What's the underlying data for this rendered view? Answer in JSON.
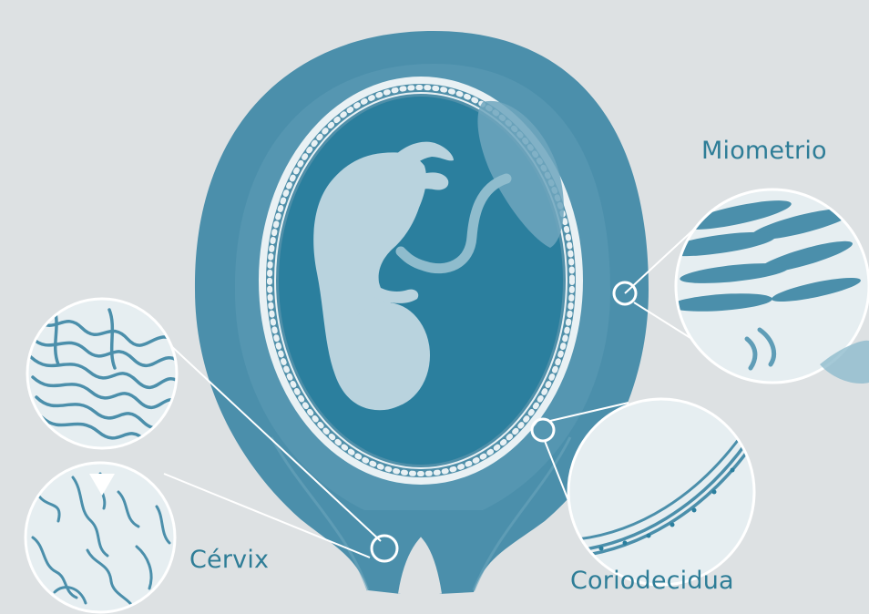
{
  "labels": {
    "miometrio": "Miometrio",
    "cervix": "Cérvix",
    "coriodecidua": "Coriodecidua"
  },
  "colors": {
    "background": "#dde1e3",
    "uterus_wall": "#4b8fab",
    "uterus_wall_light": "#5f9db7",
    "amniotic_cavity": "#2b7f9e",
    "fetus": "#b9d3de",
    "placenta": "#6fa6bd",
    "membrane": "#e9f1f4",
    "label_text": "#2e7d97",
    "lens_fill": "#e6eef1",
    "lens_stroke": "#ffffff"
  },
  "icons": {
    "fetus": "fetus-silhouette",
    "placenta": "placenta-shape",
    "umbilical_cord": "umbilical-cord",
    "myometrium_lens": "magnifier-circle",
    "cervix_lens": "magnifier-circle",
    "chorion_lens": "magnifier-circle",
    "arrow": "triangle-down-arrow"
  }
}
